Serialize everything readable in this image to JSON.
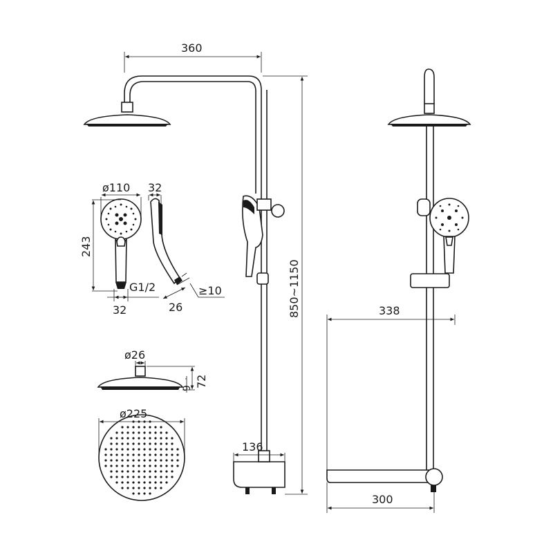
{
  "labels": {
    "arm_length": "360",
    "handshower_diameter": "ø110",
    "handshower_thickness": "32",
    "handshower_length": "243",
    "connection_thread": "G1/2",
    "handle_width": "32",
    "hose_nut": "26",
    "hose_min": "≥10",
    "total_height": "850~1150",
    "wall_distance": "338",
    "rainhead_stem_diameter": "ø26",
    "rainhead_thickness": "9",
    "rainhead_height": "72",
    "rainhead_diameter": "ø225",
    "mixer_depth": "136",
    "mixer_width": "300"
  },
  "colors": {
    "line": "#1a1a1a",
    "background": "#ffffff"
  }
}
